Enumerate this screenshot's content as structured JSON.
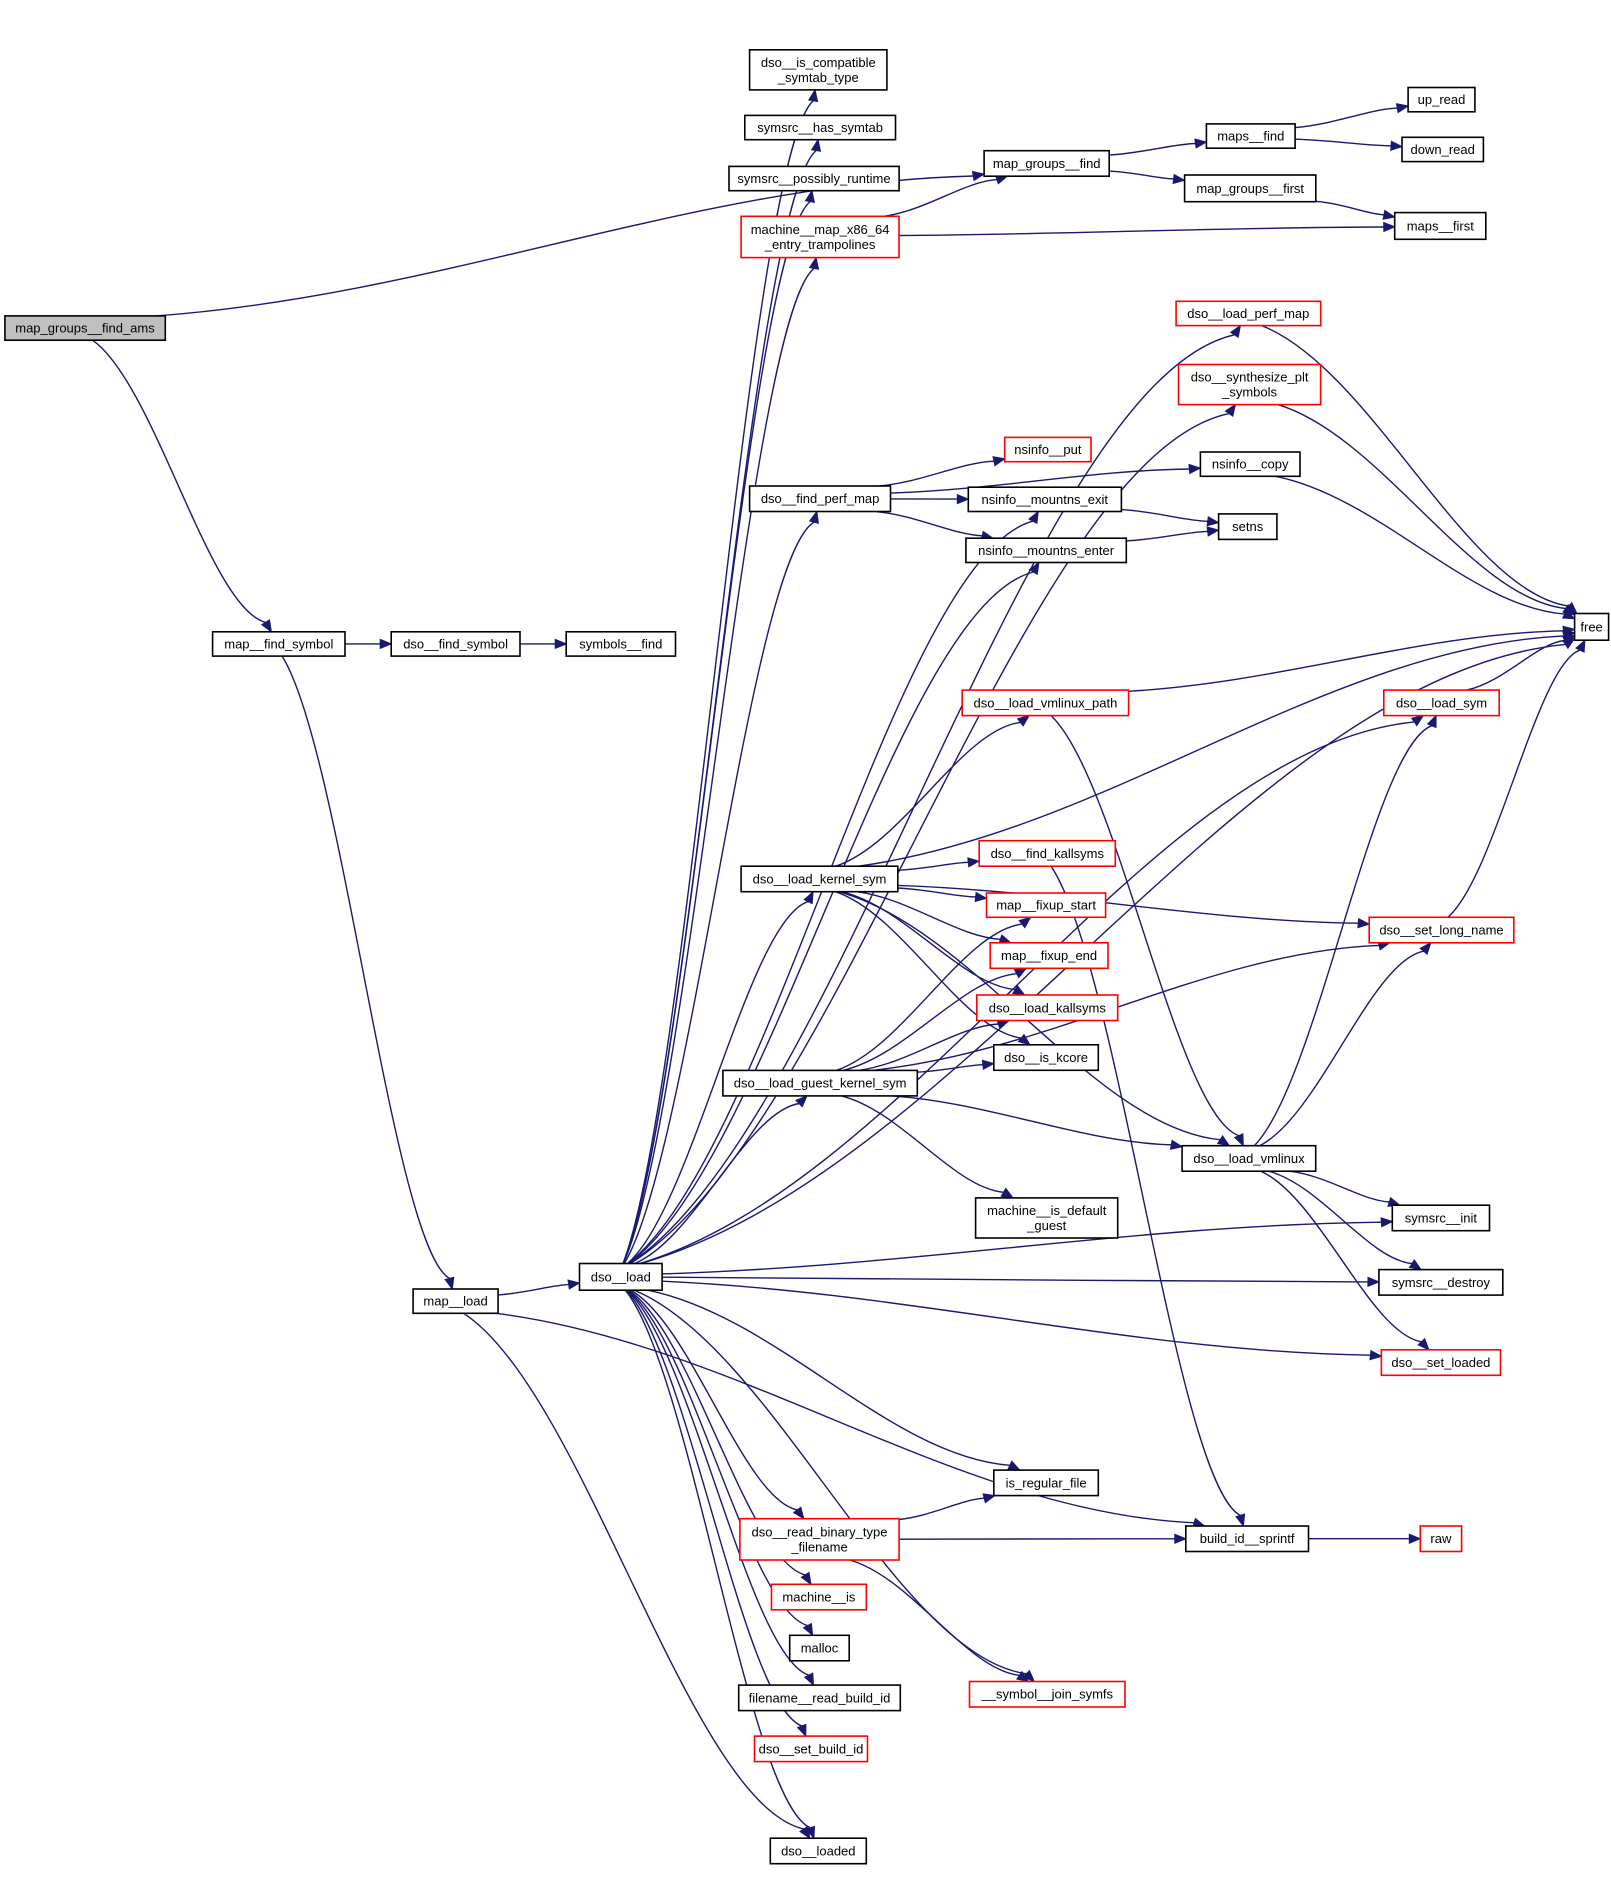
{
  "colors": {
    "edge": "#191970",
    "root_fill": "#bfbfbf",
    "node_fill": "#ffffff",
    "node_border": "#000000",
    "truncated_border": "#ff0000"
  },
  "graph": {
    "type": "call-graph",
    "root": "map_groups__find_ams",
    "nodes": [
      {
        "id": "map_groups__find_ams",
        "lines": [
          "map_groups__find_ams"
        ],
        "style": "root"
      },
      {
        "id": "map__find_symbol",
        "lines": [
          "map__find_symbol"
        ],
        "style": "normal"
      },
      {
        "id": "dso__find_symbol",
        "lines": [
          "dso__find_symbol"
        ],
        "style": "normal"
      },
      {
        "id": "symbols__find",
        "lines": [
          "symbols__find"
        ],
        "style": "normal"
      },
      {
        "id": "map__load",
        "lines": [
          "map__load"
        ],
        "style": "normal"
      },
      {
        "id": "dso__load",
        "lines": [
          "dso__load"
        ],
        "style": "normal"
      },
      {
        "id": "dso__is_compatible_symtab_type",
        "lines": [
          "dso__is_compatible",
          "_symtab_type"
        ],
        "style": "normal"
      },
      {
        "id": "symsrc__has_symtab",
        "lines": [
          "symsrc__has_symtab"
        ],
        "style": "normal"
      },
      {
        "id": "symsrc__possibly_runtime",
        "lines": [
          "symsrc__possibly_runtime"
        ],
        "style": "normal"
      },
      {
        "id": "machine__map_x86_64_entry_trampolines",
        "lines": [
          "machine__map_x86_64",
          "_entry_trampolines"
        ],
        "style": "truncated"
      },
      {
        "id": "map_groups__find",
        "lines": [
          "map_groups__find"
        ],
        "style": "normal"
      },
      {
        "id": "maps__find",
        "lines": [
          "maps__find"
        ],
        "style": "normal"
      },
      {
        "id": "up_read",
        "lines": [
          "up_read"
        ],
        "style": "normal"
      },
      {
        "id": "down_read",
        "lines": [
          "down_read"
        ],
        "style": "normal"
      },
      {
        "id": "map_groups__first",
        "lines": [
          "map_groups__first"
        ],
        "style": "normal"
      },
      {
        "id": "maps__first",
        "lines": [
          "maps__first"
        ],
        "style": "normal"
      },
      {
        "id": "dso__load_perf_map",
        "lines": [
          "dso__load_perf_map"
        ],
        "style": "truncated"
      },
      {
        "id": "dso__synthesize_plt_symbols",
        "lines": [
          "dso__synthesize_plt",
          "_symbols"
        ],
        "style": "truncated"
      },
      {
        "id": "nsinfo__copy",
        "lines": [
          "nsinfo__copy"
        ],
        "style": "normal"
      },
      {
        "id": "nsinfo__put",
        "lines": [
          "nsinfo__put"
        ],
        "style": "truncated"
      },
      {
        "id": "dso__find_perf_map",
        "lines": [
          "dso__find_perf_map"
        ],
        "style": "normal"
      },
      {
        "id": "nsinfo__mountns_exit",
        "lines": [
          "nsinfo__mountns_exit"
        ],
        "style": "normal"
      },
      {
        "id": "setns",
        "lines": [
          "setns"
        ],
        "style": "normal"
      },
      {
        "id": "nsinfo__mountns_enter",
        "lines": [
          "nsinfo__mountns_enter"
        ],
        "style": "normal"
      },
      {
        "id": "free",
        "lines": [
          "free"
        ],
        "style": "normal"
      },
      {
        "id": "dso__load_vmlinux_path",
        "lines": [
          "dso__load_vmlinux_path"
        ],
        "style": "truncated"
      },
      {
        "id": "dso__load_sym",
        "lines": [
          "dso__load_sym"
        ],
        "style": "truncated"
      },
      {
        "id": "dso__find_kallsyms",
        "lines": [
          "dso__find_kallsyms"
        ],
        "style": "truncated"
      },
      {
        "id": "dso__load_kernel_sym",
        "lines": [
          "dso__load_kernel_sym"
        ],
        "style": "normal"
      },
      {
        "id": "map__fixup_start",
        "lines": [
          "map__fixup_start"
        ],
        "style": "truncated"
      },
      {
        "id": "map__fixup_end",
        "lines": [
          "map__fixup_end"
        ],
        "style": "truncated"
      },
      {
        "id": "dso__set_long_name",
        "lines": [
          "dso__set_long_name"
        ],
        "style": "truncated"
      },
      {
        "id": "dso__load_kallsyms",
        "lines": [
          "dso__load_kallsyms"
        ],
        "style": "truncated"
      },
      {
        "id": "dso__is_kcore",
        "lines": [
          "dso__is_kcore"
        ],
        "style": "normal"
      },
      {
        "id": "dso__load_guest_kernel_sym",
        "lines": [
          "dso__load_guest_kernel_sym"
        ],
        "style": "normal"
      },
      {
        "id": "dso__load_vmlinux",
        "lines": [
          "dso__load_vmlinux"
        ],
        "style": "normal"
      },
      {
        "id": "machine__is_default_guest",
        "lines": [
          "machine__is_default",
          "_guest"
        ],
        "style": "normal"
      },
      {
        "id": "symsrc__init",
        "lines": [
          "symsrc__init"
        ],
        "style": "normal"
      },
      {
        "id": "symsrc__destroy",
        "lines": [
          "symsrc__destroy"
        ],
        "style": "normal"
      },
      {
        "id": "dso__set_loaded",
        "lines": [
          "dso__set_loaded"
        ],
        "style": "truncated"
      },
      {
        "id": "is_regular_file",
        "lines": [
          "is_regular_file"
        ],
        "style": "normal"
      },
      {
        "id": "dso__read_binary_type_filename",
        "lines": [
          "dso__read_binary_type",
          "_filename"
        ],
        "style": "truncated"
      },
      {
        "id": "build_id__sprintf",
        "lines": [
          "build_id__sprintf"
        ],
        "style": "normal"
      },
      {
        "id": "raw",
        "lines": [
          "raw"
        ],
        "style": "truncated"
      },
      {
        "id": "machine__is",
        "lines": [
          "machine__is"
        ],
        "style": "truncated"
      },
      {
        "id": "malloc",
        "lines": [
          "malloc"
        ],
        "style": "normal"
      },
      {
        "id": "filename__read_build_id",
        "lines": [
          "filename__read_build_id"
        ],
        "style": "normal"
      },
      {
        "id": "__symbol__join_symfs",
        "lines": [
          "__symbol__join_symfs"
        ],
        "style": "truncated"
      },
      {
        "id": "dso__set_build_id",
        "lines": [
          "dso__set_build_id"
        ],
        "style": "truncated"
      },
      {
        "id": "dso__loaded",
        "lines": [
          "dso__loaded"
        ],
        "style": "normal"
      }
    ],
    "edges": [
      [
        "map_groups__find_ams",
        "map_groups__find"
      ],
      [
        "map_groups__find_ams",
        "map__find_symbol"
      ],
      [
        "map__find_symbol",
        "dso__find_symbol"
      ],
      [
        "dso__find_symbol",
        "symbols__find"
      ],
      [
        "map__find_symbol",
        "map__load"
      ],
      [
        "map__load",
        "dso__load"
      ],
      [
        "map__load",
        "dso__loaded"
      ],
      [
        "map__load",
        "build_id__sprintf"
      ],
      [
        "dso__load",
        "dso__is_compatible_symtab_type"
      ],
      [
        "dso__load",
        "symsrc__has_symtab"
      ],
      [
        "dso__load",
        "symsrc__possibly_runtime"
      ],
      [
        "dso__load",
        "machine__map_x86_64_entry_trampolines"
      ],
      [
        "dso__load",
        "dso__load_perf_map"
      ],
      [
        "dso__load",
        "dso__synthesize_plt_symbols"
      ],
      [
        "dso__load",
        "dso__find_perf_map"
      ],
      [
        "dso__load",
        "nsinfo__mountns_exit"
      ],
      [
        "dso__load",
        "nsinfo__mountns_enter"
      ],
      [
        "dso__load",
        "dso__load_sym"
      ],
      [
        "dso__load",
        "dso__load_kernel_sym"
      ],
      [
        "dso__load",
        "dso__load_guest_kernel_sym"
      ],
      [
        "dso__load",
        "symsrc__init"
      ],
      [
        "dso__load",
        "symsrc__destroy"
      ],
      [
        "dso__load",
        "dso__set_loaded"
      ],
      [
        "dso__load",
        "free"
      ],
      [
        "dso__load",
        "is_regular_file"
      ],
      [
        "dso__load",
        "dso__read_binary_type_filename"
      ],
      [
        "dso__load",
        "machine__is"
      ],
      [
        "dso__load",
        "malloc"
      ],
      [
        "dso__load",
        "filename__read_build_id"
      ],
      [
        "dso__load",
        "dso__set_build_id"
      ],
      [
        "dso__load",
        "__symbol__join_symfs"
      ],
      [
        "dso__load",
        "dso__loaded"
      ],
      [
        "machine__map_x86_64_entry_trampolines",
        "map_groups__find"
      ],
      [
        "machine__map_x86_64_entry_trampolines",
        "maps__first"
      ],
      [
        "map_groups__find",
        "maps__find"
      ],
      [
        "map_groups__find",
        "map_groups__first"
      ],
      [
        "maps__find",
        "up_read"
      ],
      [
        "maps__find",
        "down_read"
      ],
      [
        "map_groups__first",
        "maps__first"
      ],
      [
        "dso__load_perf_map",
        "free"
      ],
      [
        "dso__synthesize_plt_symbols",
        "free"
      ],
      [
        "dso__find_perf_map",
        "nsinfo__copy"
      ],
      [
        "dso__find_perf_map",
        "nsinfo__put"
      ],
      [
        "dso__find_perf_map",
        "nsinfo__mountns_exit"
      ],
      [
        "dso__find_perf_map",
        "nsinfo__mountns_enter"
      ],
      [
        "nsinfo__copy",
        "free"
      ],
      [
        "nsinfo__mountns_exit",
        "setns"
      ],
      [
        "nsinfo__mountns_enter",
        "setns"
      ],
      [
        "dso__load_sym",
        "free"
      ],
      [
        "dso__load_vmlinux_path",
        "free"
      ],
      [
        "dso__load_vmlinux_path",
        "dso__load_vmlinux"
      ],
      [
        "dso__load_kernel_sym",
        "free"
      ],
      [
        "dso__load_kernel_sym",
        "dso__load_vmlinux_path"
      ],
      [
        "dso__load_kernel_sym",
        "dso__find_kallsyms"
      ],
      [
        "dso__load_kernel_sym",
        "map__fixup_start"
      ],
      [
        "dso__load_kernel_sym",
        "map__fixup_end"
      ],
      [
        "dso__load_kernel_sym",
        "dso__load_kallsyms"
      ],
      [
        "dso__load_kernel_sym",
        "dso__is_kcore"
      ],
      [
        "dso__load_kernel_sym",
        "dso__set_long_name"
      ],
      [
        "dso__load_kernel_sym",
        "dso__load_vmlinux"
      ],
      [
        "dso__find_kallsyms",
        "build_id__sprintf"
      ],
      [
        "dso__set_long_name",
        "free"
      ],
      [
        "dso__load_guest_kernel_sym",
        "map__fixup_start"
      ],
      [
        "dso__load_guest_kernel_sym",
        "map__fixup_end"
      ],
      [
        "dso__load_guest_kernel_sym",
        "dso__load_kallsyms"
      ],
      [
        "dso__load_guest_kernel_sym",
        "dso__is_kcore"
      ],
      [
        "dso__load_guest_kernel_sym",
        "dso__set_long_name"
      ],
      [
        "dso__load_guest_kernel_sym",
        "dso__load_vmlinux"
      ],
      [
        "dso__load_guest_kernel_sym",
        "machine__is_default_guest"
      ],
      [
        "dso__load_vmlinux",
        "dso__load_sym"
      ],
      [
        "dso__load_vmlinux",
        "dso__set_long_name"
      ],
      [
        "dso__load_vmlinux",
        "symsrc__init"
      ],
      [
        "dso__load_vmlinux",
        "symsrc__destroy"
      ],
      [
        "dso__load_vmlinux",
        "dso__set_loaded"
      ],
      [
        "dso__read_binary_type_filename",
        "is_regular_file"
      ],
      [
        "dso__read_binary_type_filename",
        "build_id__sprintf"
      ],
      [
        "dso__read_binary_type_filename",
        "__symbol__join_symfs"
      ],
      [
        "build_id__sprintf",
        "raw"
      ]
    ]
  }
}
